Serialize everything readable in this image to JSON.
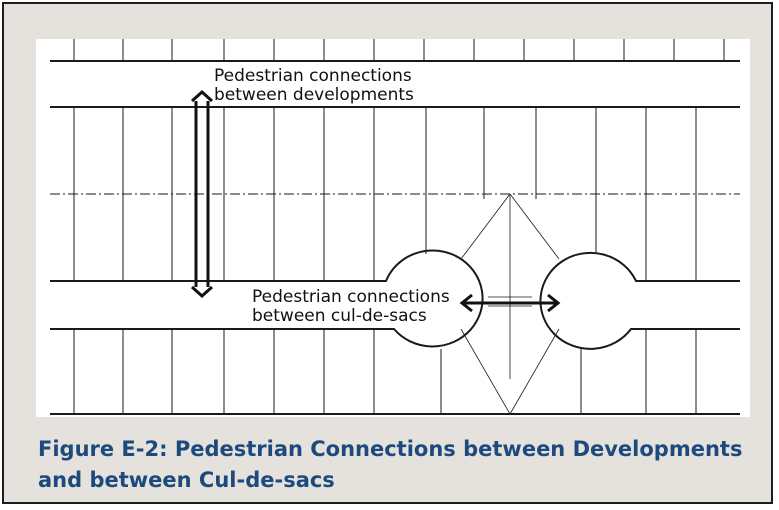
{
  "diagram": {
    "label_top_line1": "Pedestrian connections",
    "label_top_line2": "between developments",
    "label_bottom_line1": "Pedestrian connections",
    "label_bottom_line2": "between cul-de-sacs"
  },
  "caption": {
    "line1": "Figure E-2: Pedestrian Connections between Developments",
    "line2": "and between Cul-de-sacs"
  }
}
